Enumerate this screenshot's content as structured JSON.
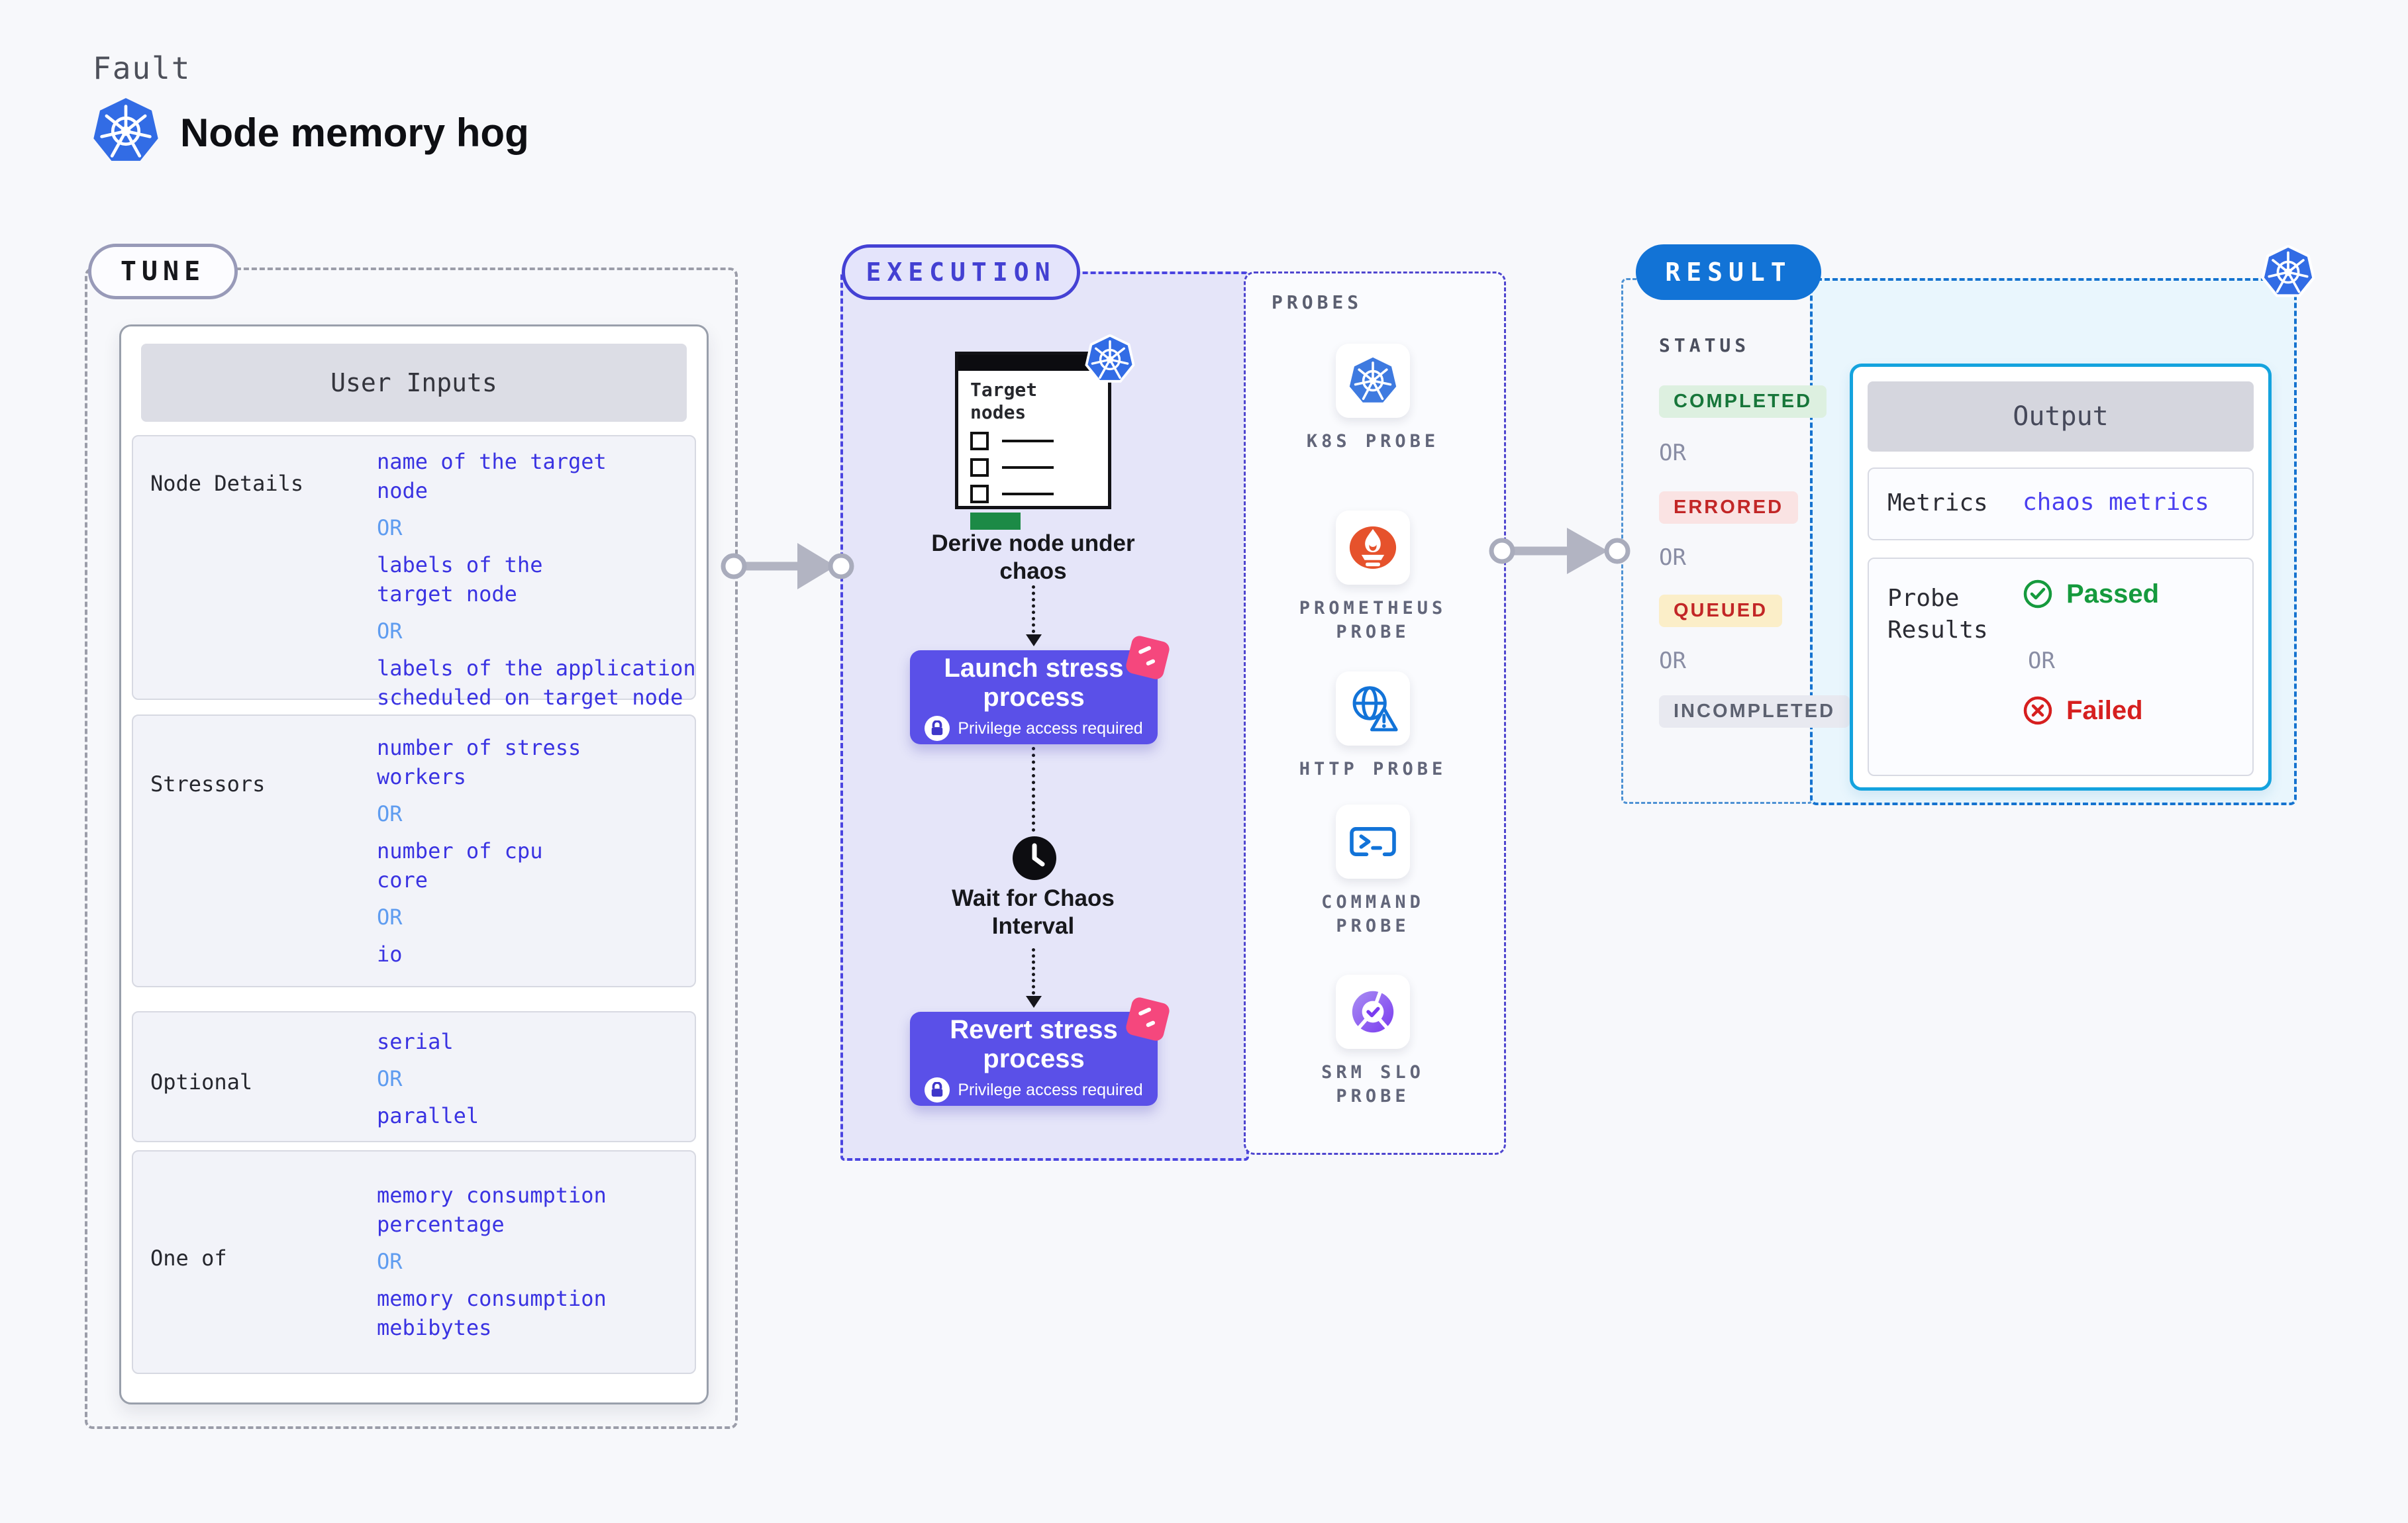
{
  "header": {
    "eyebrow": "Fault",
    "title": "Node memory hog"
  },
  "tune": {
    "badge": "TUNE",
    "panel_title": "User Inputs",
    "rows": [
      {
        "label": "Node Details",
        "items": [
          {
            "type": "value",
            "text": "name of the target\nnode"
          },
          {
            "type": "or",
            "text": "OR"
          },
          {
            "type": "value",
            "text": "labels of the\ntarget node"
          },
          {
            "type": "or",
            "text": "OR"
          },
          {
            "type": "value",
            "text": "labels of the application\n scheduled on target node"
          }
        ]
      },
      {
        "label": "Stressors",
        "items": [
          {
            "type": "value",
            "text": "number of stress\nworkers"
          },
          {
            "type": "or",
            "text": "OR"
          },
          {
            "type": "value",
            "text": "number of cpu\ncore"
          },
          {
            "type": "or",
            "text": "OR"
          },
          {
            "type": "value",
            "text": "io"
          }
        ]
      },
      {
        "label": "Optional",
        "items": [
          {
            "type": "value",
            "text": "serial"
          },
          {
            "type": "or",
            "text": "OR"
          },
          {
            "type": "value",
            "text": "parallel"
          }
        ]
      },
      {
        "label": "One of",
        "items": [
          {
            "type": "value",
            "text": "memory consumption\npercentage"
          },
          {
            "type": "or",
            "text": "OR"
          },
          {
            "type": "value",
            "text": "memory consumption\nmebibytes"
          }
        ]
      }
    ]
  },
  "execution": {
    "badge": "EXECUTION",
    "window_title": "Target\nnodes",
    "derive_step": "Derive node under\nchaos",
    "launch_button": {
      "title": "Launch stress\nprocess",
      "subtitle": "Privilege access required"
    },
    "wait_step": "Wait for Chaos\nInterval",
    "revert_button": {
      "title": "Revert stress\nprocess",
      "subtitle": "Privilege access required"
    }
  },
  "probes": {
    "label": "PROBES",
    "items": [
      {
        "icon": "k8s-probe-icon",
        "label": "K8S PROBE"
      },
      {
        "icon": "prometheus-probe-icon",
        "label": "PROMETHEUS\nPROBE"
      },
      {
        "icon": "http-probe-icon",
        "label": "HTTP PROBE"
      },
      {
        "icon": "command-probe-icon",
        "label": "COMMAND\nPROBE"
      },
      {
        "icon": "srm-slo-probe-icon",
        "label": "SRM SLO\nPROBE"
      }
    ]
  },
  "result": {
    "badge": "RESULT",
    "status_label": "STATUS",
    "statuses": [
      {
        "type": "badge",
        "text": "COMPLETED"
      },
      {
        "type": "or",
        "text": "OR"
      },
      {
        "type": "badge",
        "text": "ERRORED"
      },
      {
        "type": "or",
        "text": "OR"
      },
      {
        "type": "badge",
        "text": "QUEUED"
      },
      {
        "type": "or",
        "text": "OR"
      },
      {
        "type": "badge",
        "text": "INCOMPLETED"
      }
    ],
    "output": {
      "title": "Output",
      "metrics_label": "Metrics",
      "metrics_value": "chaos metrics",
      "probe_results_label": "Probe\nResults",
      "passed": "Passed",
      "or": "OR",
      "failed": "Failed"
    }
  },
  "colors": {
    "background": "#f7f8fb",
    "kubernetes_blue": "#326ce5",
    "tune_dash": "#9b9da9",
    "value_blue": "#3a33e2",
    "or_blue": "#5f9cf0",
    "execution_indigo": "#4441d4",
    "execution_fill": "#e5e5f9",
    "button_indigo": "#5a50e8",
    "pink_flag": "#f5477d",
    "prometheus_orange": "#e6522c",
    "probe_blue": "#1273d8",
    "srm_purple": "#7a3bf0",
    "result_blue": "#1273d6",
    "output_cyan": "#14a3de",
    "output_fill": "#e9f6fd",
    "completed_green": "#17763a",
    "errored_red": "#c22626",
    "queued_bg": "#fbeec8",
    "passed_green": "#159a3d",
    "failed_red": "#d61f1f",
    "progress_green": "#1c8a46"
  }
}
